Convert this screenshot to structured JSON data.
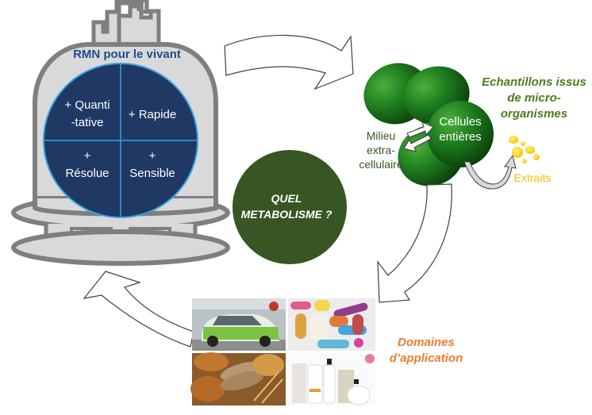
{
  "magnet": {
    "title": "RMN pour le vivant",
    "quadrants": [
      {
        "line1": "+ Quanti",
        "line2": "-tative"
      },
      {
        "line1": "+ Rapide",
        "line2": ""
      },
      {
        "line1": "+",
        "line2": "Résolue"
      },
      {
        "line1": "+",
        "line2": "Sensible"
      }
    ]
  },
  "center": {
    "line1": "QUEL",
    "line2": "METABOLISME ?"
  },
  "cells": {
    "label_line1": "Cellules",
    "label_line2": "entières",
    "medium_line1": "Milieu",
    "medium_line2": "extra-",
    "medium_line3": "cellulaire",
    "extracts": "Extraits"
  },
  "samples": {
    "line1": "Echantillons issus",
    "line2": "de micro-",
    "line3": "organismes"
  },
  "applications": {
    "line1": "Domaines",
    "line2": "d’application",
    "photos": [
      "green-taxi-car",
      "pills-capsules",
      "bread-loaves-wheat",
      "cosmetic-products"
    ]
  },
  "colors": {
    "navy": "#1f3864",
    "magnet_gray": "#7f7f7f",
    "magnet_fill": "#d9d9d9",
    "dark_green": "#375623",
    "cell_green": "#1e7a1e",
    "orange": "#ed7d31",
    "yellow": "#f2c200"
  }
}
